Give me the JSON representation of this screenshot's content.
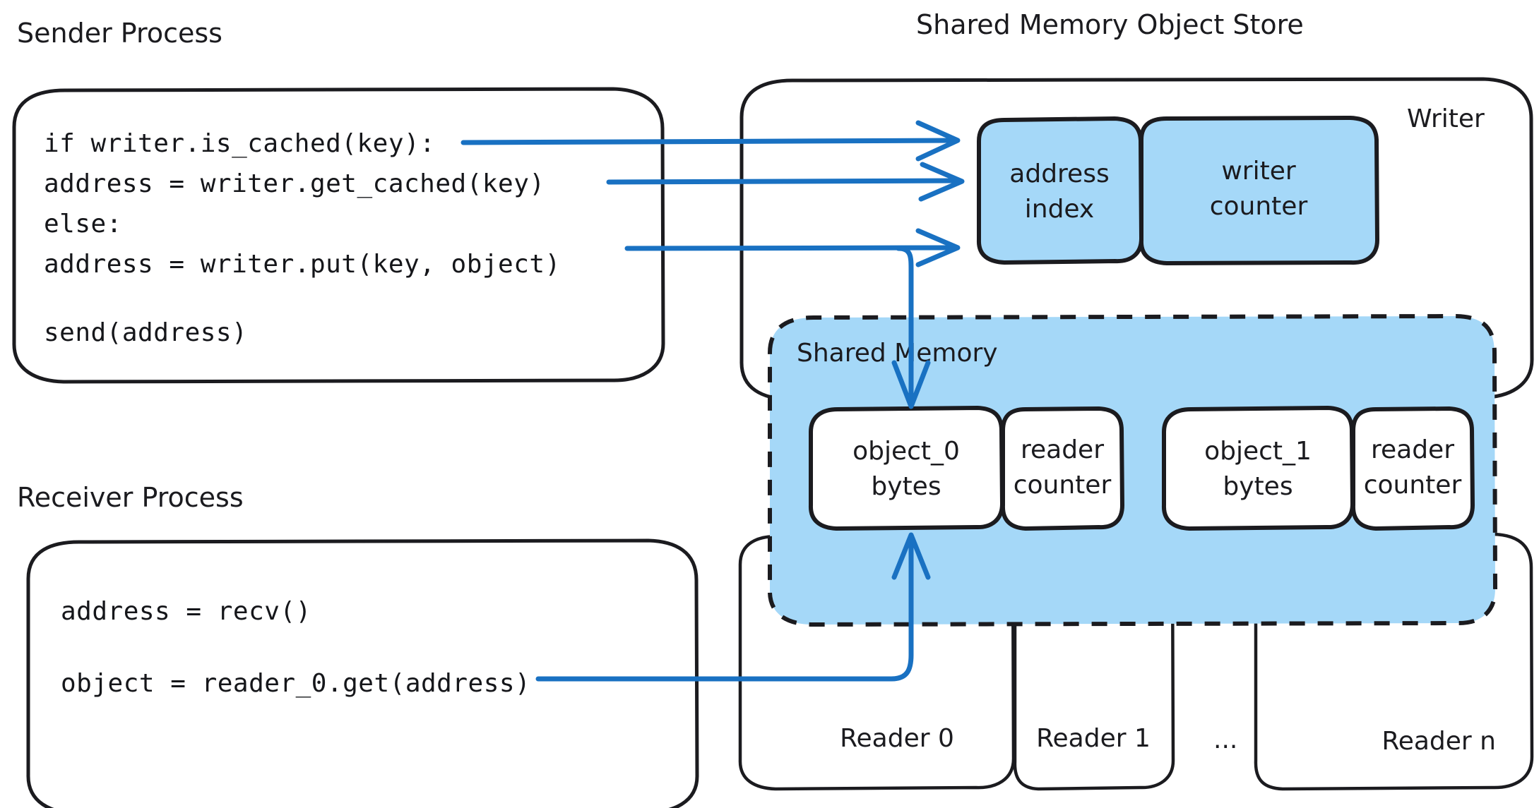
{
  "diagram": {
    "title_sender": "Sender Process",
    "title_receiver": "Receiver Process",
    "title_store": "Shared Memory Object Store",
    "writer_label": "Writer",
    "shared_memory_label": "Shared Memory",
    "ellipsis": "...",
    "sender_code": [
      "if writer.is_cached(key):",
      "    address = writer.get_cached(key)",
      "else:",
      "    address = writer.put(key, object)",
      "",
      "send(address)"
    ],
    "receiver_code": [
      "address = recv()",
      "",
      "object = reader_0.get(address)"
    ],
    "writer_nodes": [
      {
        "lines": [
          "address",
          "index"
        ]
      },
      {
        "lines": [
          "writer",
          "counter"
        ]
      }
    ],
    "memory_slots": [
      {
        "object_lines": [
          "object_0",
          "bytes"
        ],
        "counter_lines": [
          "reader",
          "counter"
        ]
      },
      {
        "object_lines": [
          "object_1",
          "bytes"
        ],
        "counter_lines": [
          "reader",
          "counter"
        ]
      }
    ],
    "readers": [
      {
        "label": "Reader 0"
      },
      {
        "label": "Reader 1"
      },
      {
        "label": "Reader n"
      }
    ],
    "colors": {
      "ink": "#1b1b1f",
      "shared_memory_fill": "#a5d8f8",
      "arrow": "#1971c2",
      "node_white": "#ffffff",
      "background": "#ffffff"
    }
  }
}
